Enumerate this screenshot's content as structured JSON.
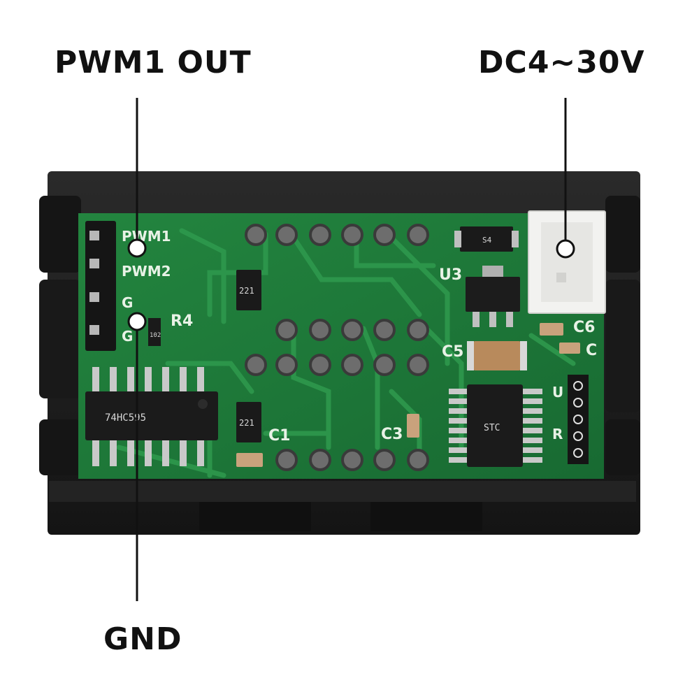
{
  "callouts": {
    "pwm1_out": "PWM1 OUT",
    "dc_input": "DC4~30V",
    "gnd": "GND"
  },
  "silkscreen": {
    "pwm1": "PWM1",
    "pwm2": "PWM2",
    "g1": "G",
    "g2": "G",
    "r4": "R4",
    "u3": "U3",
    "c1": "C1",
    "c3": "C3",
    "c5": "C5",
    "c6": "C6",
    "c_right": "C",
    "u_side": "U",
    "r_side": "R"
  },
  "chip_markings": {
    "resistor_array": "221",
    "resistor_r4": "102",
    "logic_chip": "74HC595",
    "diode": "S4",
    "mcu": "STC"
  },
  "colors": {
    "pcb": "#1f7a3a",
    "pcb_trace": "#2f9a4e",
    "case": "#1c1c1c",
    "connector": "#f2f2f0",
    "callout_line": "#111111"
  }
}
